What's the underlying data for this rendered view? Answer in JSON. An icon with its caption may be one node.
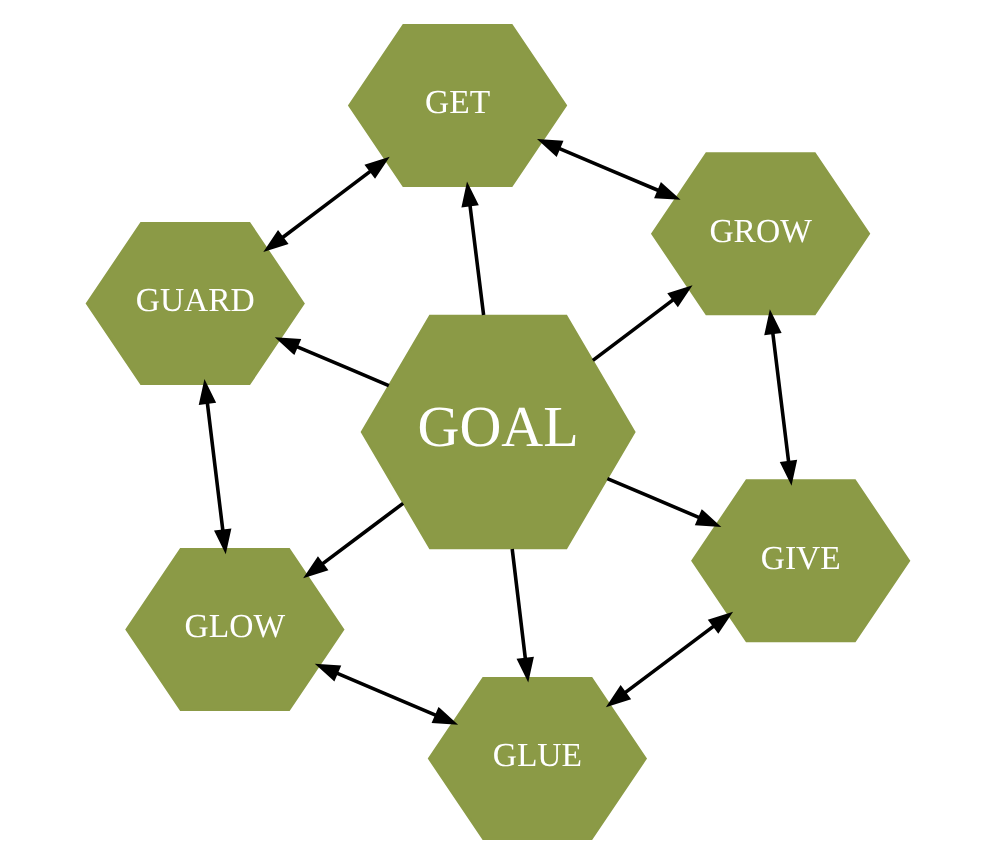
{
  "diagram": {
    "nodes": [
      {
        "text": [
          "GET"
        ]
      },
      {
        "text": [
          "GROW"
        ]
      },
      {
        "text": [
          "GUARD"
        ]
      },
      {
        "text": [
          "GOAL"
        ]
      },
      {
        "text": [
          "GIVE"
        ]
      },
      {
        "text": [
          "GLOW"
        ]
      },
      {
        "text": [
          "GLUE"
        ]
      }
    ],
    "edges": [
      {
        "from": 3,
        "to": 0,
        "arrow": "to"
      },
      {
        "from": 3,
        "to": 1,
        "arrow": "to"
      },
      {
        "from": 3,
        "to": 2,
        "arrow": "to"
      },
      {
        "from": 3,
        "to": 4,
        "arrow": "to"
      },
      {
        "from": 3,
        "to": 5,
        "arrow": "to"
      },
      {
        "from": 3,
        "to": 6,
        "arrow": "to"
      },
      {
        "from": 0,
        "to": 1,
        "arrow": "both"
      },
      {
        "from": 1,
        "to": 4,
        "arrow": "both"
      },
      {
        "from": 4,
        "to": 6,
        "arrow": "both"
      },
      {
        "from": 6,
        "to": 5,
        "arrow": "both"
      },
      {
        "from": 5,
        "to": 2,
        "arrow": "both"
      },
      {
        "from": 2,
        "to": 0,
        "arrow": "both"
      }
    ]
  }
}
